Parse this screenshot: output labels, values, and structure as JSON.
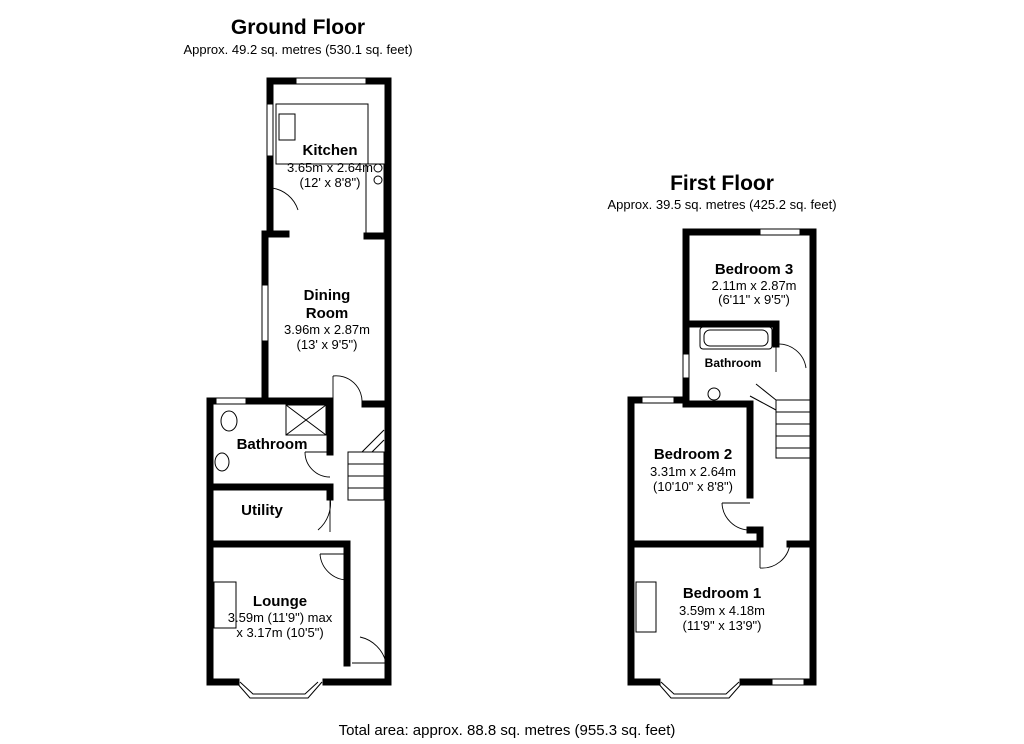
{
  "ground_floor": {
    "title": "Ground Floor",
    "area": "Approx. 49.2 sq. metres (530.1 sq. feet)",
    "rooms": {
      "kitchen": {
        "name": "Kitchen",
        "dim_m": "3.65m x 2.64m",
        "dim_ft": "(12' x 8'8\")"
      },
      "dining": {
        "name": "Dining",
        "name2": "Room",
        "dim_m": "3.96m x 2.87m",
        "dim_ft": "(13' x 9'5\")"
      },
      "bathroom": {
        "name": "Bathroom"
      },
      "utility": {
        "name": "Utility"
      },
      "lounge": {
        "name": "Lounge",
        "dim_m": "3.59m (11'9\") max",
        "dim_ft": "x 3.17m (10'5\")"
      }
    }
  },
  "first_floor": {
    "title": "First Floor",
    "area": "Approx. 39.5 sq. metres (425.2 sq. feet)",
    "rooms": {
      "bedroom3": {
        "name": "Bedroom 3",
        "dim_m": "2.11m x 2.87m",
        "dim_ft": "(6'11\" x 9'5\")"
      },
      "bathroom": {
        "name": "Bathroom"
      },
      "bedroom2": {
        "name": "Bedroom 2",
        "dim_m": "3.31m x 2.64m",
        "dim_ft": "(10'10\" x 8'8\")"
      },
      "bedroom1": {
        "name": "Bedroom 1",
        "dim_m": "3.59m x 4.18m",
        "dim_ft": "(11'9\" x 13'9\")"
      }
    }
  },
  "total_area": "Total area: approx. 88.8 sq. metres (955.3 sq. feet)"
}
